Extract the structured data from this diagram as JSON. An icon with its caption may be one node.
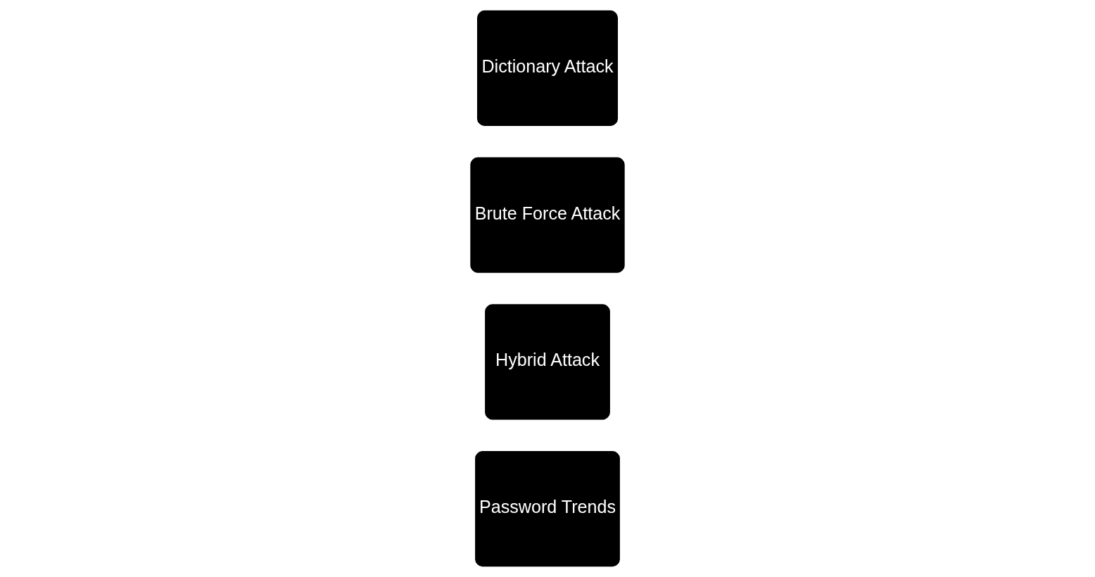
{
  "diagram": {
    "nodes": [
      {
        "text": [
          "Dictionary Attack"
        ]
      },
      {
        "text": [
          "Brute Force Attack"
        ]
      },
      {
        "text": [
          "Hybrid Attack"
        ]
      },
      {
        "text": [
          "Password Trends"
        ]
      }
    ]
  }
}
